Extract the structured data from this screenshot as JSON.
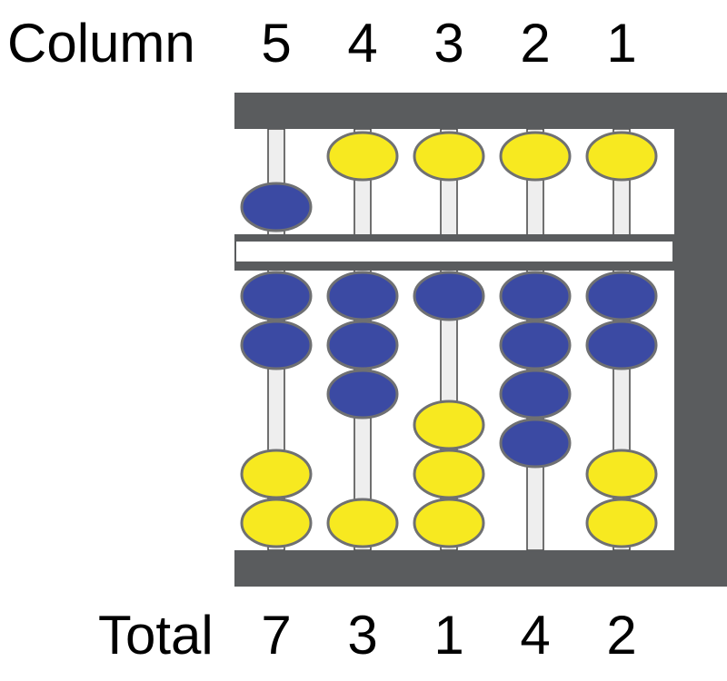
{
  "header": {
    "title": "Column",
    "columns": [
      "5",
      "4",
      "3",
      "2",
      "1"
    ]
  },
  "footer": {
    "title": "Total",
    "totals": [
      "7",
      "3",
      "1",
      "4",
      "2"
    ]
  },
  "abacus": {
    "colors": {
      "frame": "#5a5c5e",
      "rod": "#eeeeee",
      "rod_outline": "#444444",
      "bead_outline": "#6f7072",
      "upper_bead": "#f7e920",
      "lower_bead": "#3b4aa3",
      "active_marker": "#3b4aa3"
    },
    "columns": [
      {
        "upper_bead_color": "blue",
        "upper_at_beam": true,
        "lower_beads": [
          "blue",
          "blue",
          "gap",
          "yellow",
          "yellow"
        ]
      },
      {
        "upper_bead_color": "yellow",
        "upper_at_beam": false,
        "lower_beads": [
          "blue",
          "blue",
          "blue",
          "gap",
          "yellow"
        ]
      },
      {
        "upper_bead_color": "yellow",
        "upper_at_beam": false,
        "lower_beads": [
          "blue",
          "gap",
          "yellow",
          "yellow",
          "yellow"
        ]
      },
      {
        "upper_bead_color": "yellow",
        "upper_at_beam": false,
        "lower_beads": [
          "blue",
          "blue",
          "blue",
          "blue",
          "gap"
        ]
      },
      {
        "upper_bead_color": "yellow",
        "upper_at_beam": false,
        "lower_beads": [
          "blue",
          "blue",
          "gap",
          "yellow",
          "yellow"
        ]
      }
    ]
  }
}
